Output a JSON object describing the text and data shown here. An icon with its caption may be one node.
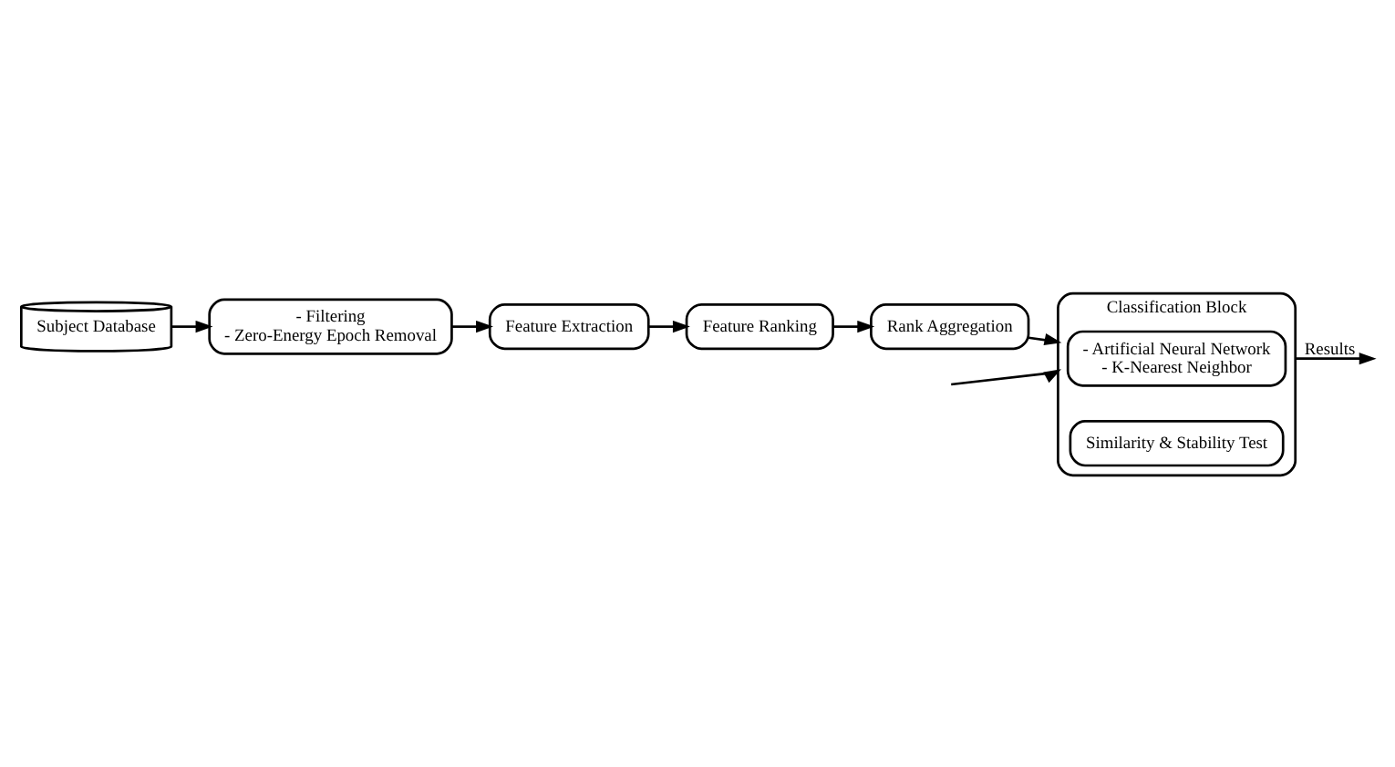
{
  "diagram": {
    "nodes": [
      {
        "text": [
          "Subject Database"
        ]
      },
      {
        "text": [
          "- Filtering",
          "- Zero-Energy Epoch Removal"
        ]
      },
      {
        "text": [
          "Feature Extraction"
        ]
      },
      {
        "text": [
          "Feature Ranking"
        ]
      },
      {
        "text": [
          "Rank Aggregation"
        ]
      },
      {
        "text": [
          "Classification Block"
        ]
      },
      {
        "text": [
          "- Artificial Neural Network",
          "- K-Nearest Neighbor"
        ],
        "in": 5
      },
      {
        "text": [
          "Similarity & Stability Test"
        ],
        "in": 5
      }
    ],
    "edges": [
      {
        "from": 0,
        "to": 1,
        "arrow": "to"
      },
      {
        "from": 1,
        "to": 2,
        "arrow": "to"
      },
      {
        "from": 2,
        "to": 3,
        "arrow": "to"
      },
      {
        "from": 3,
        "to": 4,
        "arrow": "to"
      },
      {
        "from": 4,
        "to": 5,
        "arrow": "to"
      },
      {
        "from": null,
        "to": 5,
        "arrow": "to"
      },
      {
        "from": 5,
        "to": null,
        "arrow": "to",
        "label": "Results"
      }
    ]
  }
}
